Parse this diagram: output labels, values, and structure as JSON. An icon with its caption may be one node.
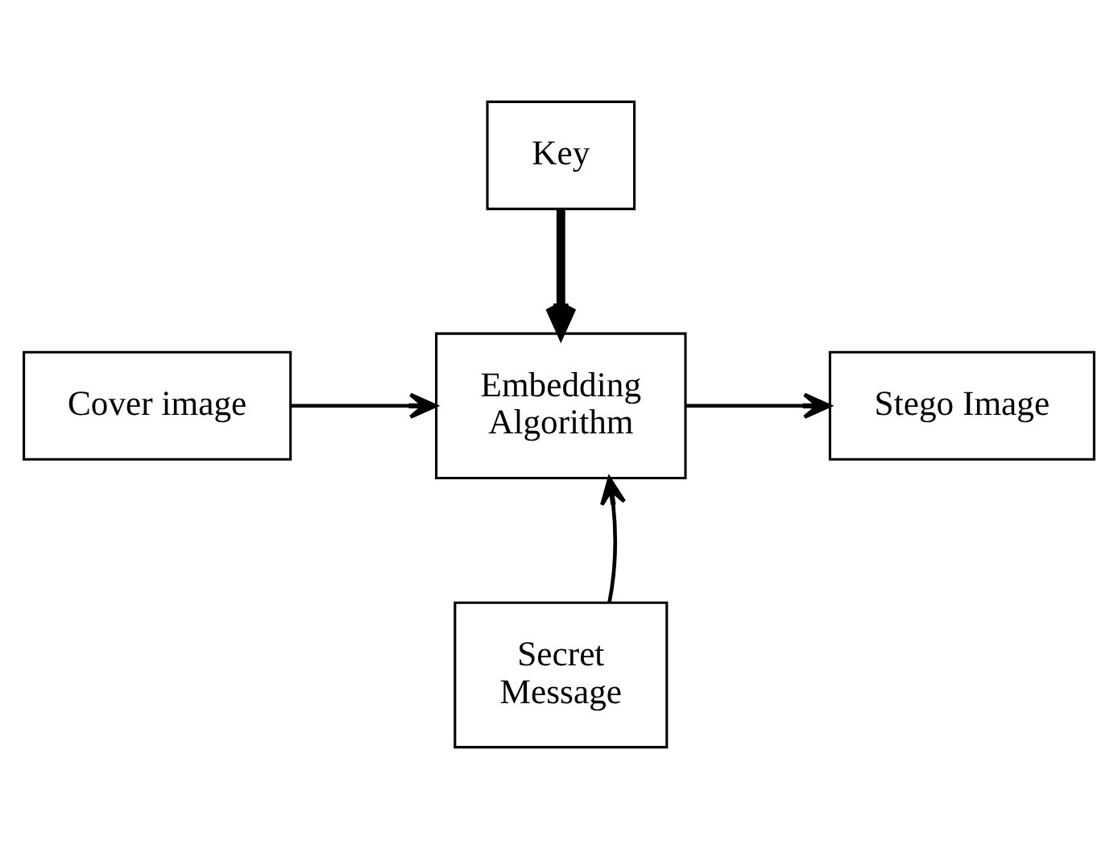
{
  "diagram": {
    "nodes": [
      {
        "text": [
          "Key"
        ]
      },
      {
        "text": [
          "Cover image"
        ]
      },
      {
        "text": [
          "Embedding Algorithm"
        ]
      },
      {
        "text": [
          "Stego Image"
        ]
      },
      {
        "text": [
          "Secret Message"
        ]
      }
    ],
    "edges": [
      {
        "from": 0,
        "to": 2,
        "arrow": "to",
        "style": "thick"
      },
      {
        "from": 1,
        "to": 2,
        "arrow": "to"
      },
      {
        "from": 2,
        "to": 3,
        "arrow": "to"
      },
      {
        "from": 4,
        "to": 2,
        "arrow": "to"
      }
    ]
  }
}
